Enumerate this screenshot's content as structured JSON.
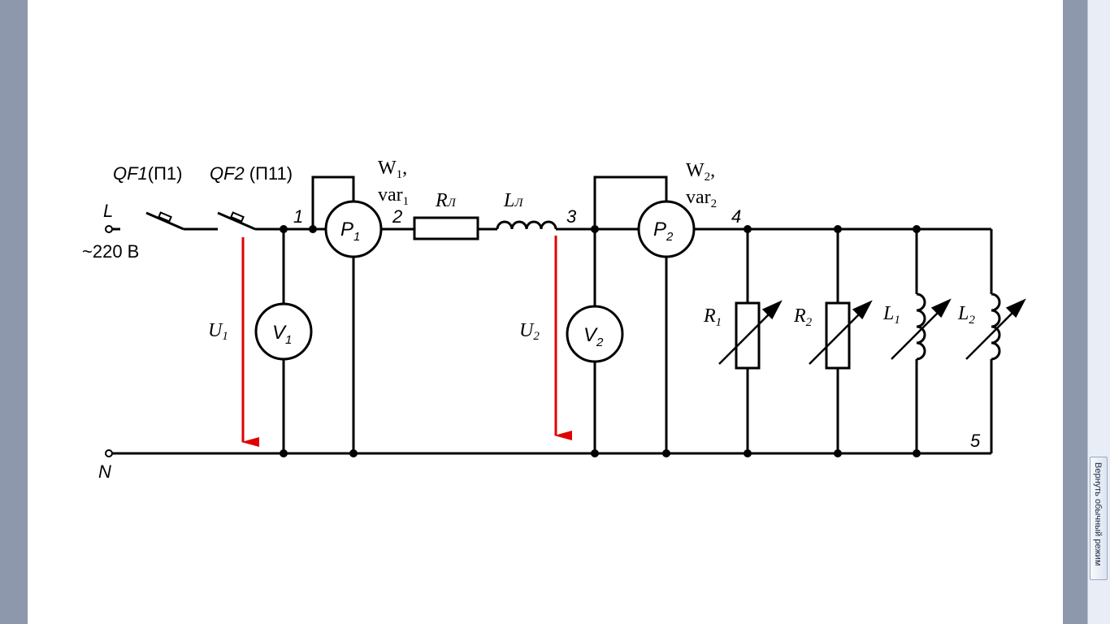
{
  "source": {
    "phase_label": "L",
    "voltage_label": "~220 В",
    "neutral_label": "N"
  },
  "breakers": {
    "qf1": "QF1",
    "qf1_suffix": "(П1)",
    "qf2": "QF2",
    "qf2_suffix": "(П11)"
  },
  "nodes": {
    "n1": "1",
    "n2": "2",
    "n3": "3",
    "n4": "4",
    "n5": "5"
  },
  "meters": {
    "p1_letter": "P",
    "p1_index": "1",
    "p2_letter": "P",
    "p2_index": "2",
    "v1_letter": "V",
    "v1_index": "1",
    "v2_letter": "V",
    "v2_index": "2",
    "w1_letter": "W",
    "w1_index": "1",
    "w1_comma": ",",
    "var1_letter": "var",
    "var1_index": "1",
    "w2_letter": "W",
    "w2_index": "2",
    "w2_comma": ",",
    "var2_letter": "var",
    "var2_index": "2"
  },
  "line": {
    "rl_letter": "R",
    "rl_index": "Л",
    "ll_letter": "L",
    "ll_index": "Л"
  },
  "voltages": {
    "u1_letter": "U",
    "u1_index": "1",
    "u2_letter": "U",
    "u2_index": "2"
  },
  "loads": {
    "r1_letter": "R",
    "r1_index": "1",
    "r2_letter": "R",
    "r2_index": "2",
    "l1_letter": "L",
    "l1_index": "1",
    "l2_letter": "L",
    "l2_index": "2"
  },
  "colors": {
    "wire": "#000000",
    "arrow": "#e00000",
    "frame": "#8e98ad"
  },
  "sidebar": {
    "restore_label": "Вернуть обычный режим"
  }
}
